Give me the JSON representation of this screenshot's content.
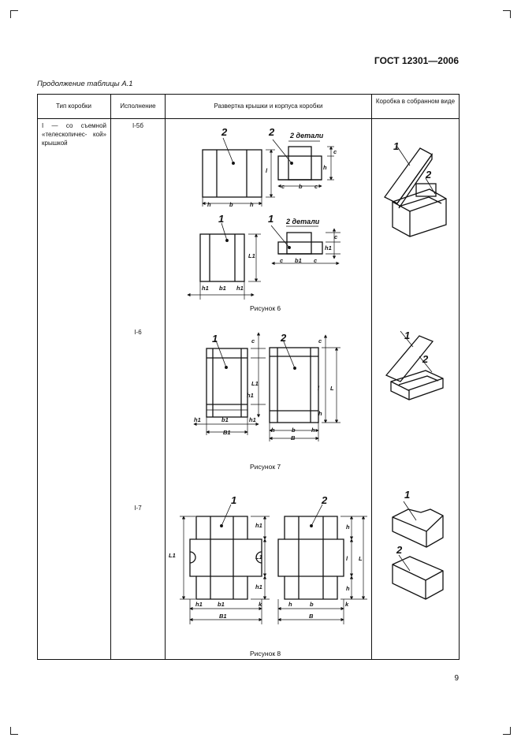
{
  "page": {
    "standard": "ГОСТ 12301—2006",
    "continuation": "Продолжение таблицы А.1",
    "page_number": "9"
  },
  "table": {
    "headers": {
      "type": "Тип коробки",
      "variant": "Исполнение",
      "layout": "Развертка крышки и корпуса коробки",
      "assembled": "Коробка в собранном виде"
    },
    "box_type": "I — со съемной «телескопичес- кой» крышкой",
    "rows": [
      {
        "variant": "I-5б",
        "caption": "Рисунок 6"
      },
      {
        "variant": "I-6",
        "caption": "Рисунок 7"
      },
      {
        "variant": "I-7",
        "caption": "Рисунок 8"
      }
    ]
  },
  "labels": {
    "one": "1",
    "two": "2",
    "two_parts": "2 детали",
    "h": "h",
    "b": "b",
    "c": "c",
    "l": "l",
    "h1": "h1",
    "b1": "b1",
    "l1": "L1",
    "L": "L",
    "B": "B",
    "B1": "B1",
    "k": "k"
  }
}
